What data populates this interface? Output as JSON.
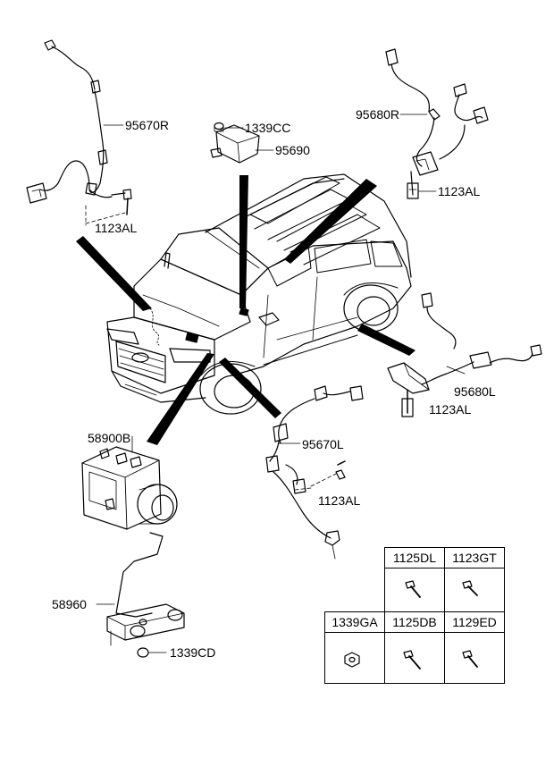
{
  "labels": {
    "speed_sensor_front_right": "95670R",
    "bolt_front_right": "1123AL",
    "nut_sensor": "1339CC",
    "yaw_sensor": "95690",
    "speed_sensor_rear_right": "95680R",
    "bolt_rear_right": "1123AL",
    "hydraulic_unit": "58900B",
    "speed_sensor_front_left": "95670L",
    "bolt_front_left": "1123AL",
    "speed_sensor_rear_left": "95680L",
    "bolt_rear_left": "1123AL",
    "bracket": "58960",
    "nut_bracket": "1339CD"
  },
  "hardware_table": {
    "row1": [
      "1125DL",
      "1123GT"
    ],
    "row2": [
      "1339GA",
      "1125DB",
      "1129ED"
    ]
  }
}
